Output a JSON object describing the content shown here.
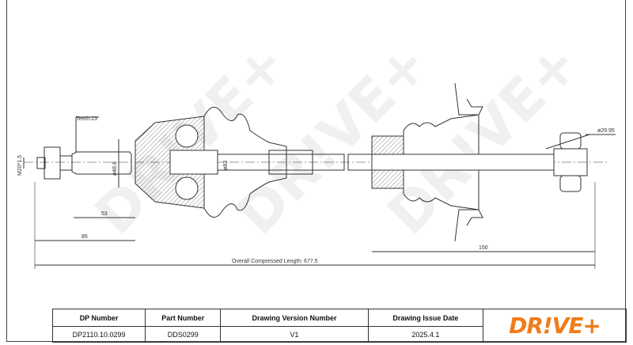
{
  "drawing": {
    "annotations": {
      "teeth": "Teeth:23",
      "thread": "M20*1.5",
      "dia_spline": "ø48.8",
      "dia_boot": "ø83",
      "dia_right": "ø29.95",
      "dim_53": "53",
      "dim_85": "85",
      "dim_150": "150",
      "overall": "Overall  Compressed  Length: 677.5"
    },
    "watermark": "DR!VE+"
  },
  "title_block": {
    "headers": [
      "DP Number",
      "Part Number",
      "Drawing Version Number",
      "Drawing Issue Date"
    ],
    "values": [
      "DP2110.10.0299",
      "DDS0299",
      "V1",
      "2025.4.1"
    ],
    "logo": "DR!VE+"
  },
  "colors": {
    "brand": "#f07c1a",
    "line": "#333333"
  }
}
